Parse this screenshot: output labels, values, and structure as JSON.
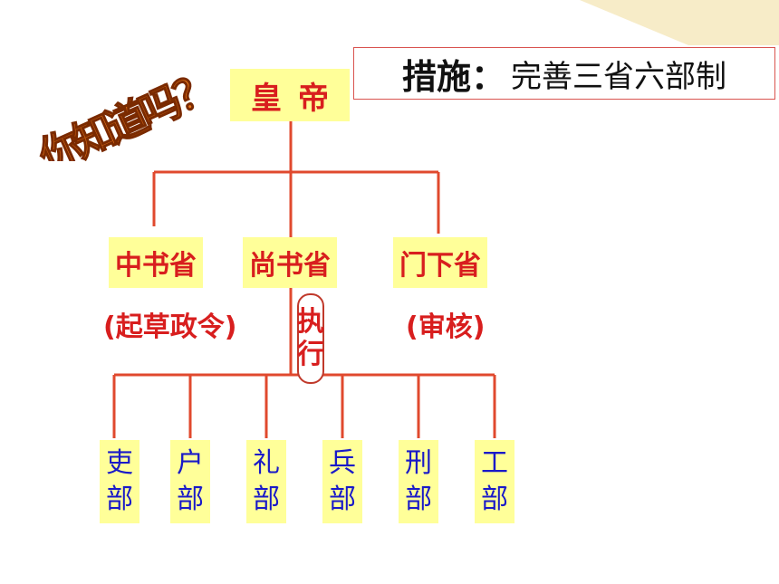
{
  "title": {
    "lead": "措施",
    "colon": "：",
    "text": "完善三省六部制"
  },
  "wordart": [
    "你",
    "知",
    "道",
    "吗",
    "？"
  ],
  "emperor": "皇帝",
  "departments": [
    {
      "name": "中书省",
      "role": "(起草政令)"
    },
    {
      "name": "尚书省",
      "role_chars": [
        "执",
        "行"
      ]
    },
    {
      "name": "门下省",
      "role": "(审核)"
    }
  ],
  "ministries": [
    {
      "top": "吏",
      "bottom": "部"
    },
    {
      "top": "户",
      "bottom": "部"
    },
    {
      "top": "礼",
      "bottom": "部"
    },
    {
      "top": "兵",
      "bottom": "部"
    },
    {
      "top": "刑",
      "bottom": "部"
    },
    {
      "top": "工",
      "bottom": "部"
    }
  ],
  "colors": {
    "line": "#e0492e",
    "box": "#ffff99",
    "red_text": "#d81e1e",
    "blue_text": "#1a1ac8",
    "corner": "#f7ecc8"
  }
}
